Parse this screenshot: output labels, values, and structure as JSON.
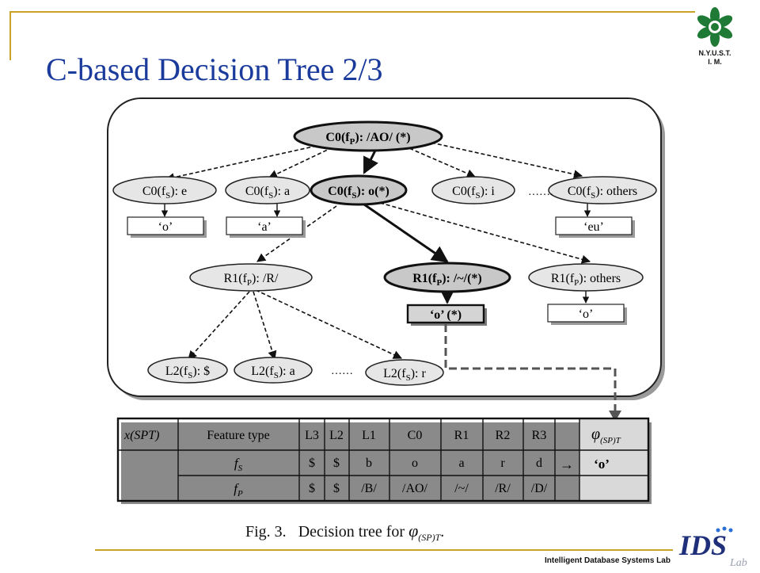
{
  "slide": {
    "title": "C-based Decision Tree 2/3",
    "logo_top": [
      "N.Y.U.S.T.",
      "I. M."
    ],
    "footer": "Intelligent Database Systems Lab",
    "footer_logo": "IDS",
    "footer_logo_sub": "Lab",
    "caption": {
      "fig": "Fig. 3.",
      "text": "Decision tree for",
      "phi": "φ",
      "sub": "(SP)T",
      "end": "."
    }
  },
  "tree": {
    "root": {
      "pre": "C0(f",
      "sub": "P",
      "post": "): /AO/ (*)"
    },
    "level1": [
      {
        "pre": "C0(f",
        "sub": "S",
        "post": "): e",
        "leaf": "‘o’"
      },
      {
        "pre": "C0(f",
        "sub": "S",
        "post": "): a",
        "leaf": "‘a’"
      },
      {
        "pre": "C0(f",
        "sub": "S",
        "post": "): o(*)"
      },
      {
        "pre": "C0(f",
        "sub": "S",
        "post": "): i"
      },
      {
        "pre": "C0(f",
        "sub": "S",
        "post": "): others",
        "leaf": "‘eu’"
      }
    ],
    "level2": [
      {
        "pre": "R1(f",
        "sub": "P",
        "post": "): /R/"
      },
      {
        "pre": "R1(f",
        "sub": "P",
        "post": "): /~/(*)",
        "leaf": "‘o’ (*)"
      },
      {
        "pre": "R1(f",
        "sub": "P",
        "post": "): others",
        "leaf": "‘o’"
      }
    ],
    "level3": [
      {
        "pre": "L2(f",
        "sub": "S",
        "post": "): $"
      },
      {
        "pre": "L2(f",
        "sub": "S",
        "post": "): a"
      },
      {
        "pre": "L2(f",
        "sub": "S",
        "post": "): r"
      }
    ],
    "ellipsis_top": "…….",
    "ellipsis_bottom": "……"
  },
  "table": {
    "corner": "x(SPT)",
    "header": [
      "Feature type",
      "L3",
      "L2",
      "L1",
      "C0",
      "R1",
      "R2",
      "R3"
    ],
    "result_header": {
      "phi": "φ",
      "sub": "(SP)T"
    },
    "rows": [
      {
        "label": "f",
        "label_sub": "S",
        "cells": [
          "$",
          "$",
          "b",
          "o",
          "a",
          "r",
          "d"
        ]
      },
      {
        "label": "f",
        "label_sub": "P",
        "cells": [
          "$",
          "$",
          "/B/",
          "/AO/",
          "/~/",
          "/R/",
          "/D/"
        ]
      }
    ],
    "arrow": "→",
    "result": "‘o’"
  }
}
